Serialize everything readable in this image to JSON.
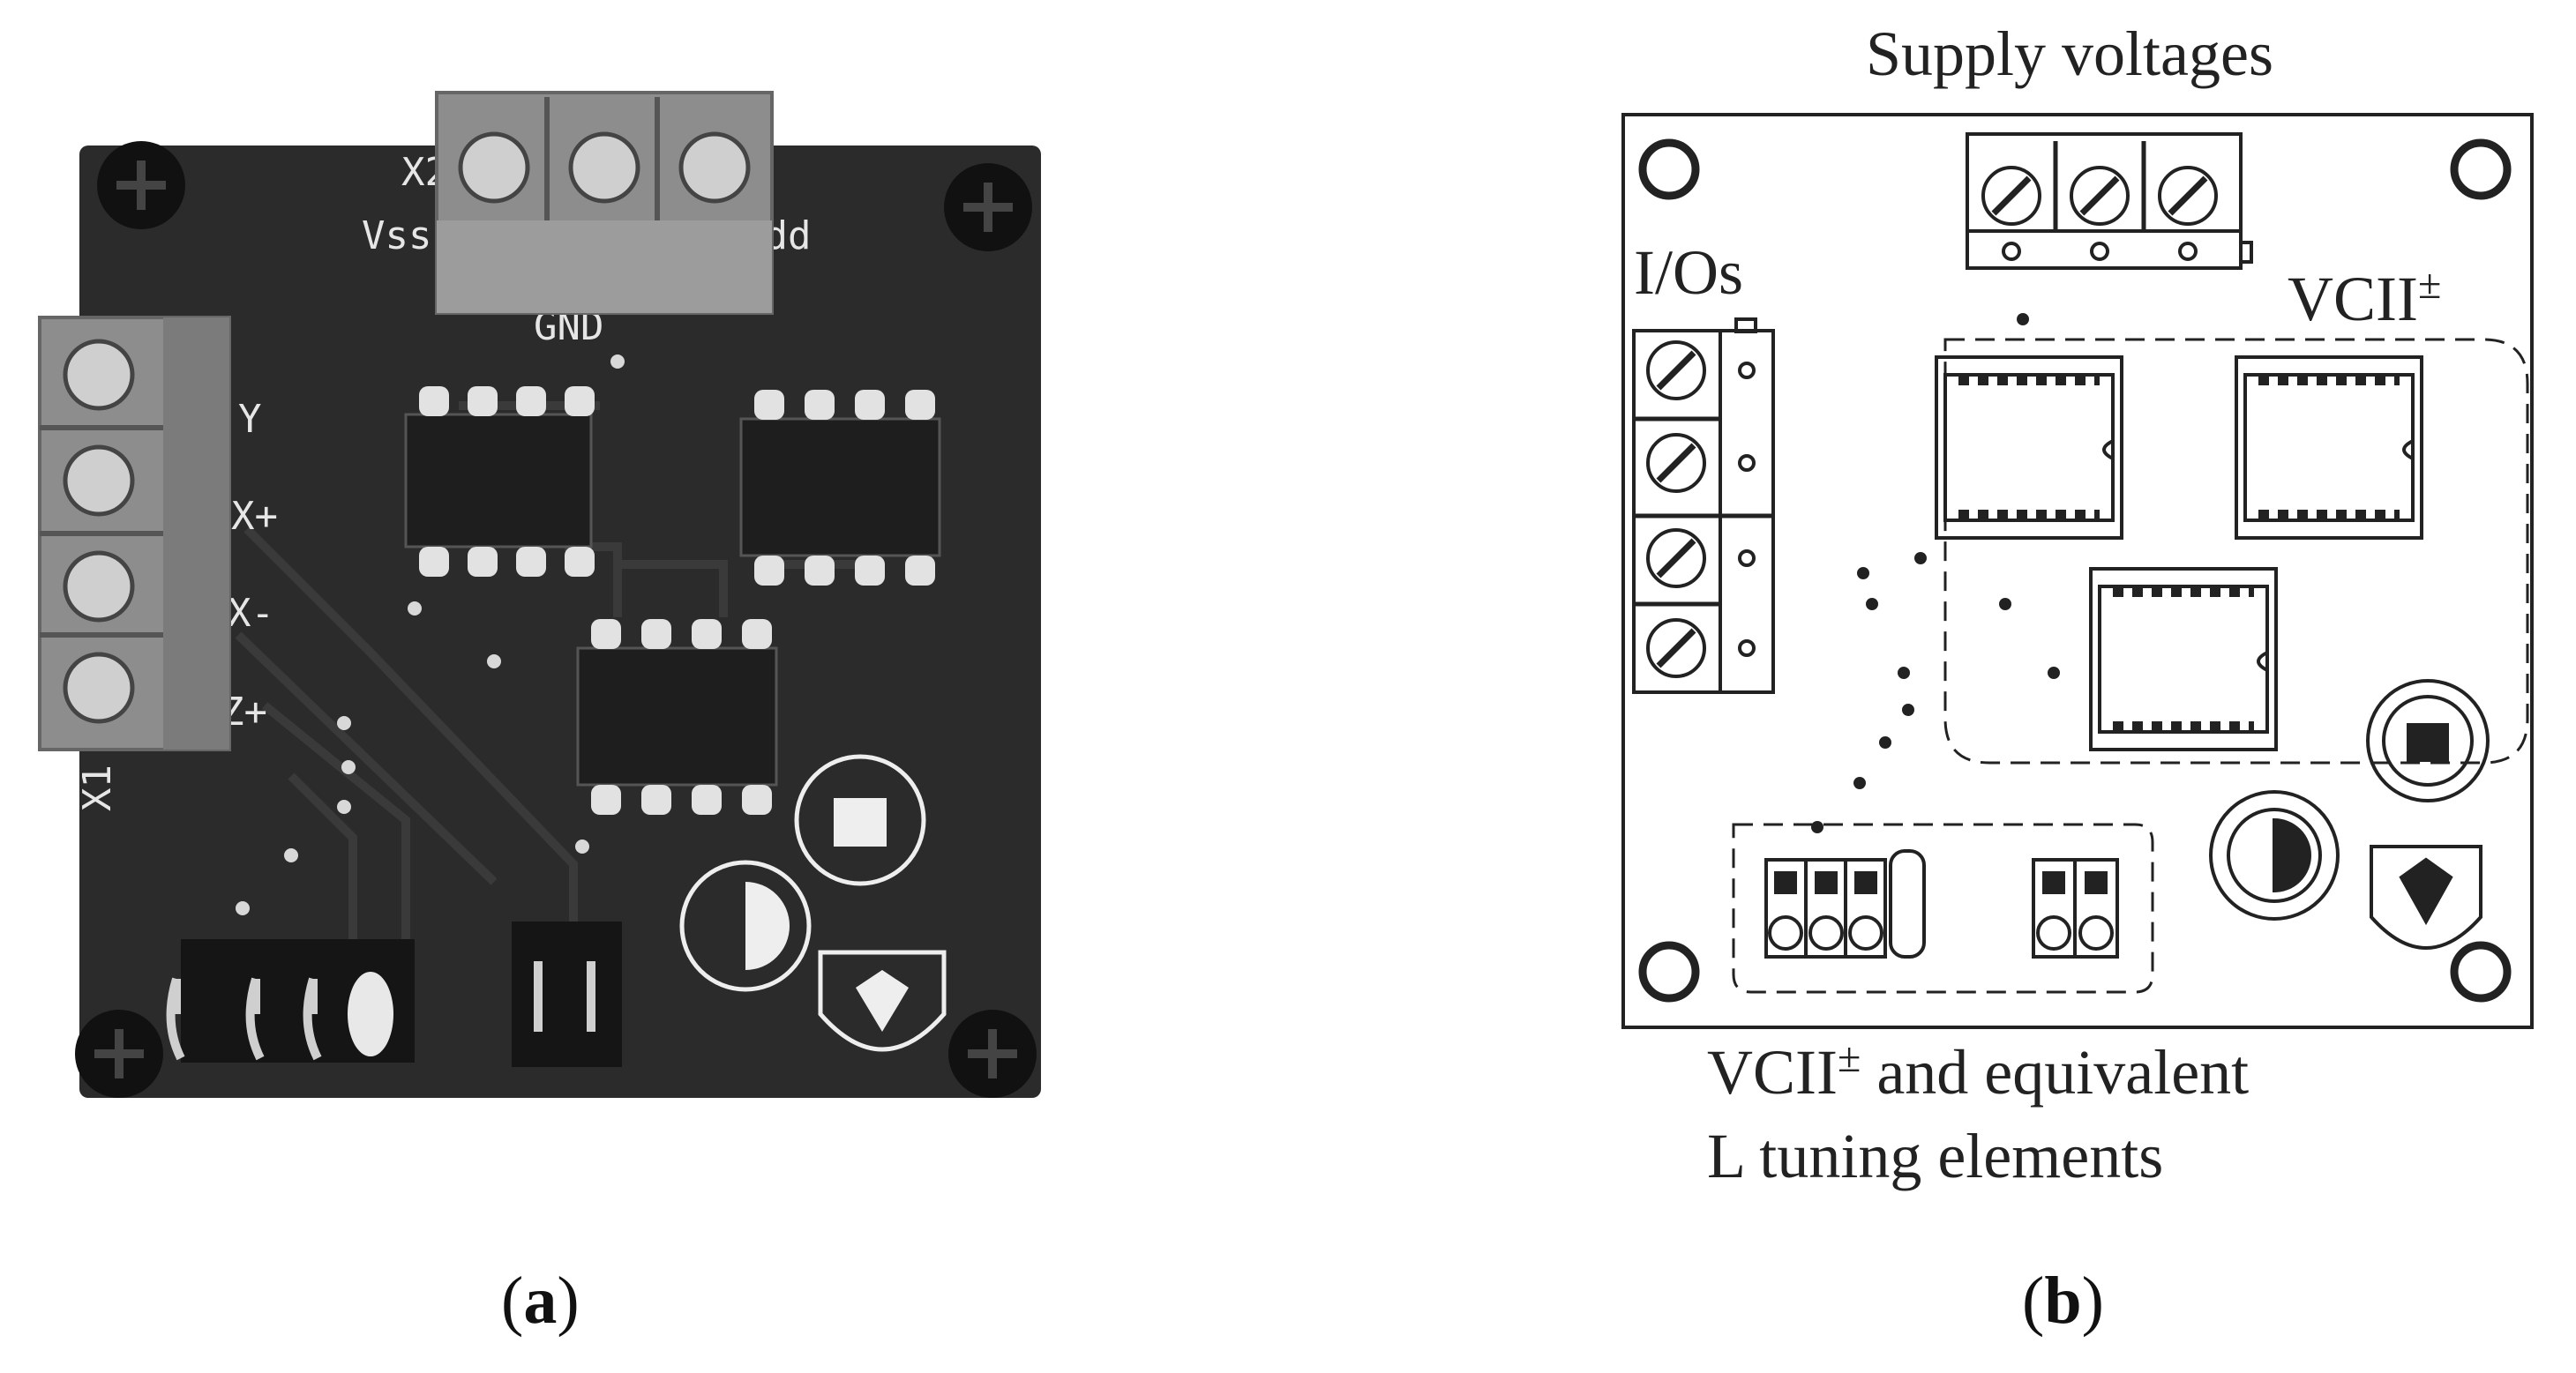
{
  "panel_a": {
    "caption_open": "(",
    "caption_letter": "a",
    "caption_close": ")",
    "silkscreen": {
      "x2": "X2",
      "vss": "Vss",
      "vdd": "Vdd",
      "gnd": "GND",
      "y": "Y",
      "xplus": "X+",
      "xminus": "X-",
      "zplus": "Z+",
      "x1": "X1"
    }
  },
  "panel_b": {
    "caption_open": "(",
    "caption_letter": "b",
    "caption_close": ")",
    "label_supply": "Supply voltages",
    "label_ios": "I/Os",
    "label_vcii_main": "VCII",
    "label_vcii_sup": "±",
    "label_tuning_line1_main": "VCII",
    "label_tuning_line1_sup": "±",
    "label_tuning_line1_rest": " and equivalent",
    "label_tuning_line2": "L tuning elements"
  },
  "colors": {
    "pcb": "#2b2b2b",
    "terminal_block": "#8d8d8d",
    "ic_body": "#1e1e1e",
    "line_art": "#222222"
  }
}
